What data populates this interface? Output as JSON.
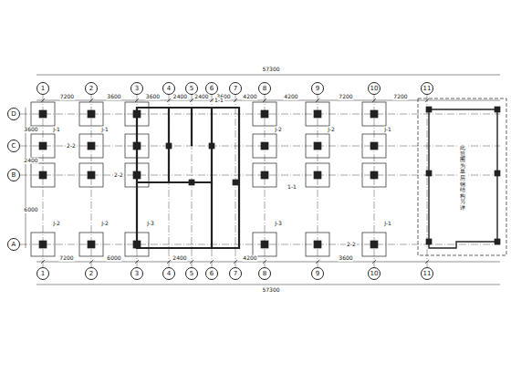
{
  "diagram": {
    "nodes": [
      {
        "text": [
          "1"
        ]
      },
      {
        "text": [
          "2"
        ]
      },
      {
        "text": [
          "3"
        ]
      },
      {
        "text": [
          "4"
        ]
      },
      {
        "text": [
          "5"
        ]
      },
      {
        "text": [
          "6"
        ]
      },
      {
        "text": [
          "7"
        ]
      },
      {
        "text": [
          "8"
        ]
      },
      {
        "text": [
          "9"
        ]
      },
      {
        "text": [
          "10"
        ]
      },
      {
        "text": [
          "11"
        ]
      },
      {
        "text": [
          "1"
        ]
      },
      {
        "text": [
          "2"
        ]
      },
      {
        "text": [
          "3"
        ]
      },
      {
        "text": [
          "4"
        ]
      },
      {
        "text": [
          "5"
        ]
      },
      {
        "text": [
          "6"
        ]
      },
      {
        "text": [
          "7"
        ]
      },
      {
        "text": [
          "8"
        ]
      },
      {
        "text": [
          "9"
        ]
      },
      {
        "text": [
          "10"
        ]
      },
      {
        "text": [
          "11"
        ]
      },
      {
        "text": [
          "D"
        ]
      },
      {
        "text": [
          "C"
        ]
      },
      {
        "text": [
          "B"
        ]
      },
      {
        "text": [
          "A"
        ]
      }
    ],
    "edges": [
      {
        "from": 0,
        "to": 11,
        "arrow": "none"
      },
      {
        "from": 1,
        "to": 12,
        "arrow": "none"
      },
      {
        "from": 2,
        "to": 13,
        "arrow": "none"
      },
      {
        "from": 3,
        "to": 14,
        "arrow": "none"
      },
      {
        "from": 4,
        "to": 15,
        "arrow": "none"
      },
      {
        "from": 5,
        "to": 16,
        "arrow": "none"
      },
      {
        "from": 6,
        "to": 17,
        "arrow": "none"
      },
      {
        "from": 7,
        "to": 18,
        "arrow": "none"
      },
      {
        "from": 8,
        "to": 19,
        "arrow": "none"
      },
      {
        "from": 9,
        "to": 20,
        "arrow": "none"
      },
      {
        "from": 10,
        "to": 21,
        "arrow": "none"
      }
    ],
    "labels": [
      "57300",
      "7200",
      "3600",
      "3600",
      "2400",
      "2400",
      "3600",
      "4200",
      "4200",
      "7200",
      "7200",
      "57300",
      "7200",
      "6000",
      "2400",
      "4200",
      "3600",
      "3600",
      "2400",
      "6000",
      "J-1",
      "J-1",
      "J-2",
      "J-2",
      "J-3",
      "J-2",
      "J-2",
      "J-1",
      "J-1",
      "J-3",
      "2-2",
      "2-2",
      "1-1",
      "1-1",
      "2-2",
      "此范围为单层钢结构另详"
    ]
  }
}
